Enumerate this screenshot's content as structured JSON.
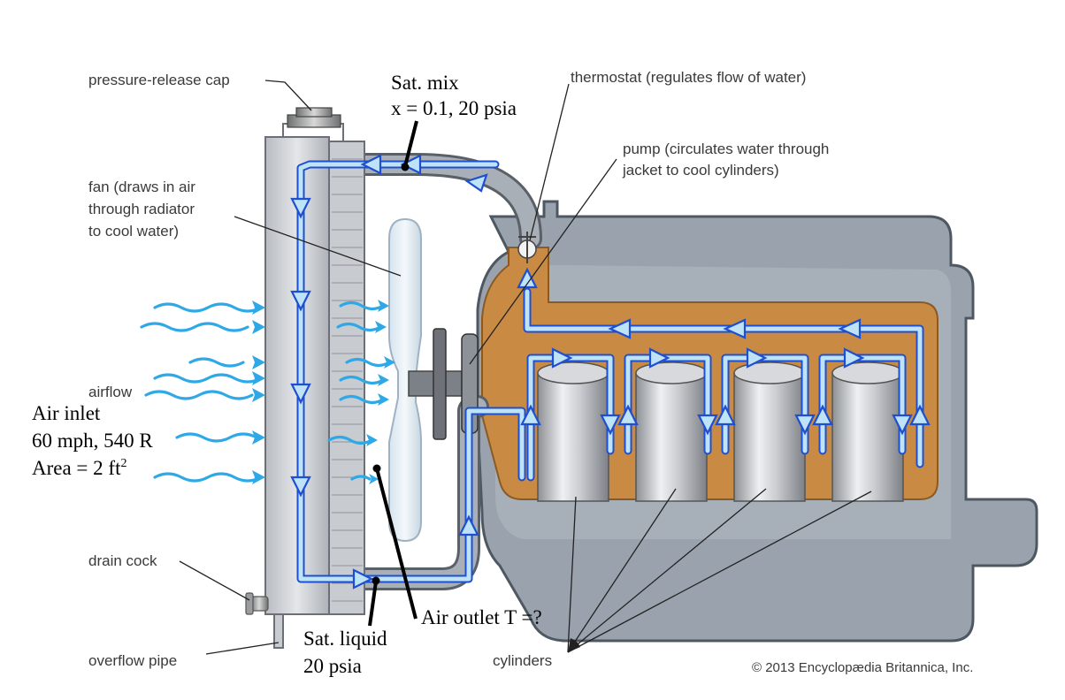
{
  "labels": {
    "pressure_cap": "pressure-release cap",
    "thermostat": "thermostat (regulates flow of water)",
    "pump_line1": "pump (circulates water through",
    "pump_line2": "jacket to cool cylinders)",
    "fan_line1": "fan (draws in air",
    "fan_line2": "through radiator",
    "fan_line3": "to cool water)",
    "airflow": "airflow",
    "drain_cock": "drain cock",
    "overflow_pipe": "overflow pipe",
    "cylinders": "cylinders",
    "copyright": "© 2013 Encyclopædia Britannica, Inc."
  },
  "annotations": {
    "sat_mix_line1": "Sat. mix",
    "sat_mix_line2": "x = 0.1, 20 psia",
    "air_inlet_line1": "Air inlet",
    "air_inlet_line2": "60 mph, 540 R",
    "air_inlet_line3_prefix": "Area = 2 ft",
    "air_inlet_line3_sup": "2",
    "air_outlet": "Air outlet T =?",
    "sat_liquid_line1": "Sat. liquid",
    "sat_liquid_line2": "20 psia"
  },
  "colors": {
    "coolant_arrow": "#1e4fd0",
    "coolant_fill": "#bfe3f6",
    "airflow": "#2ea8e6",
    "engine_block": "#9aa3ad",
    "water_jacket": "#c98a44"
  }
}
